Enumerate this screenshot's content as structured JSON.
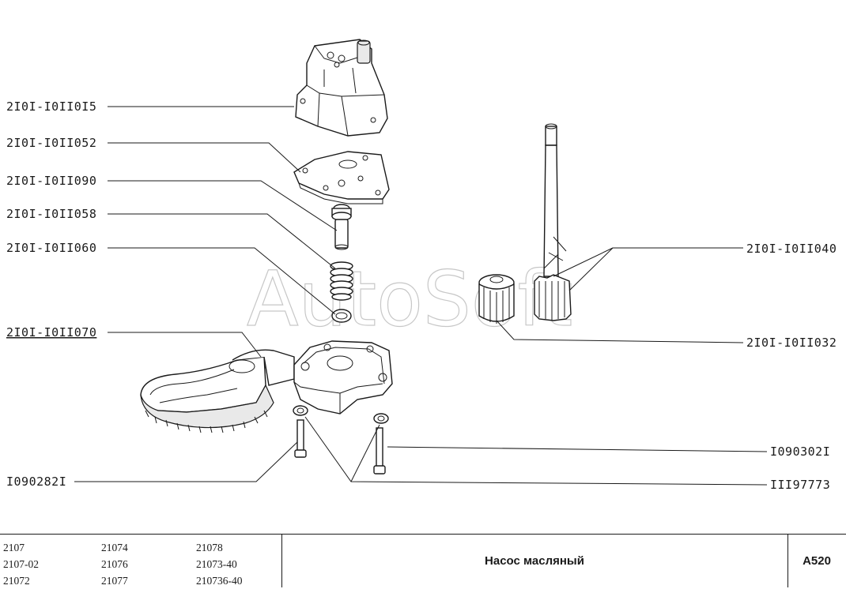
{
  "watermark": "AutoSoft",
  "part_numbers": {
    "p_011015": "2I0I-I0II0I5",
    "p_011052": "2I0I-I0II052",
    "p_011090": "2I0I-I0II090",
    "p_011058": "2I0I-I0II058",
    "p_011060": "2I0I-I0II060",
    "p_011070": "2I0I-I0II070",
    "p_011040": "2I0I-I0II040",
    "p_011032": "2I0I-I0II032",
    "p_0903021": "I090302I",
    "p_0902821": "I090282I",
    "p_1197773": "III97773"
  },
  "footer": {
    "models": [
      [
        "2107",
        "2107-02",
        "21072"
      ],
      [
        "21074",
        "21076",
        "21077"
      ],
      [
        "21078",
        "21073-40",
        "210736-40"
      ]
    ],
    "title": "Насос масляный",
    "code": "A520"
  }
}
